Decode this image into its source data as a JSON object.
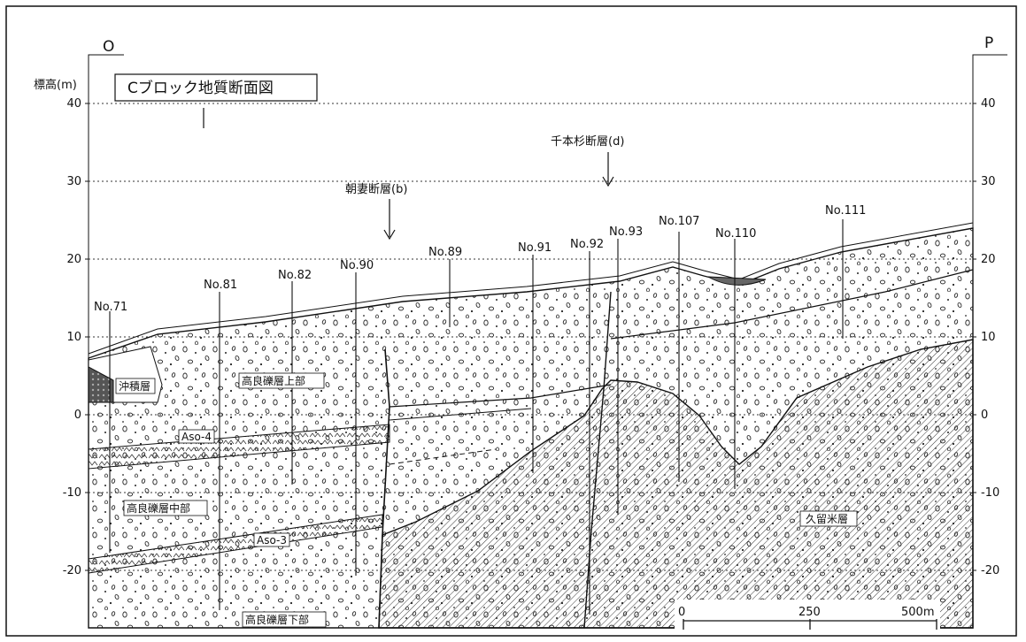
{
  "title": "Cブロック地質断面図",
  "ends": {
    "left": "O",
    "right": "P"
  },
  "y_axis": {
    "label": "標高(m)",
    "ticks_left": [
      "40",
      "30",
      "20",
      "10",
      "0",
      "-10",
      "-20"
    ],
    "ticks_right": [
      "40",
      "30",
      "20",
      "10",
      "0",
      "-10",
      "-20"
    ]
  },
  "faults": [
    {
      "name": "朝妻断層(b)"
    },
    {
      "name": "千本杉断層(d)"
    }
  ],
  "boreholes": [
    "No.71",
    "No.81",
    "No.82",
    "No.90",
    "No.89",
    "No.91",
    "No.92",
    "No.93",
    "No.107",
    "No.110",
    "No.111"
  ],
  "layers": {
    "alluvium": "沖積層",
    "upper": "高良礫層上部",
    "aso4": "Aso-4",
    "middle": "高良礫層中部",
    "aso3": "Aso-3",
    "lower": "高良礫層下部",
    "basement": "久留米層"
  },
  "scale": {
    "ticks": [
      "0",
      "250",
      "500m"
    ]
  },
  "colors": {
    "ink": "#111111",
    "background": "#ffffff"
  }
}
